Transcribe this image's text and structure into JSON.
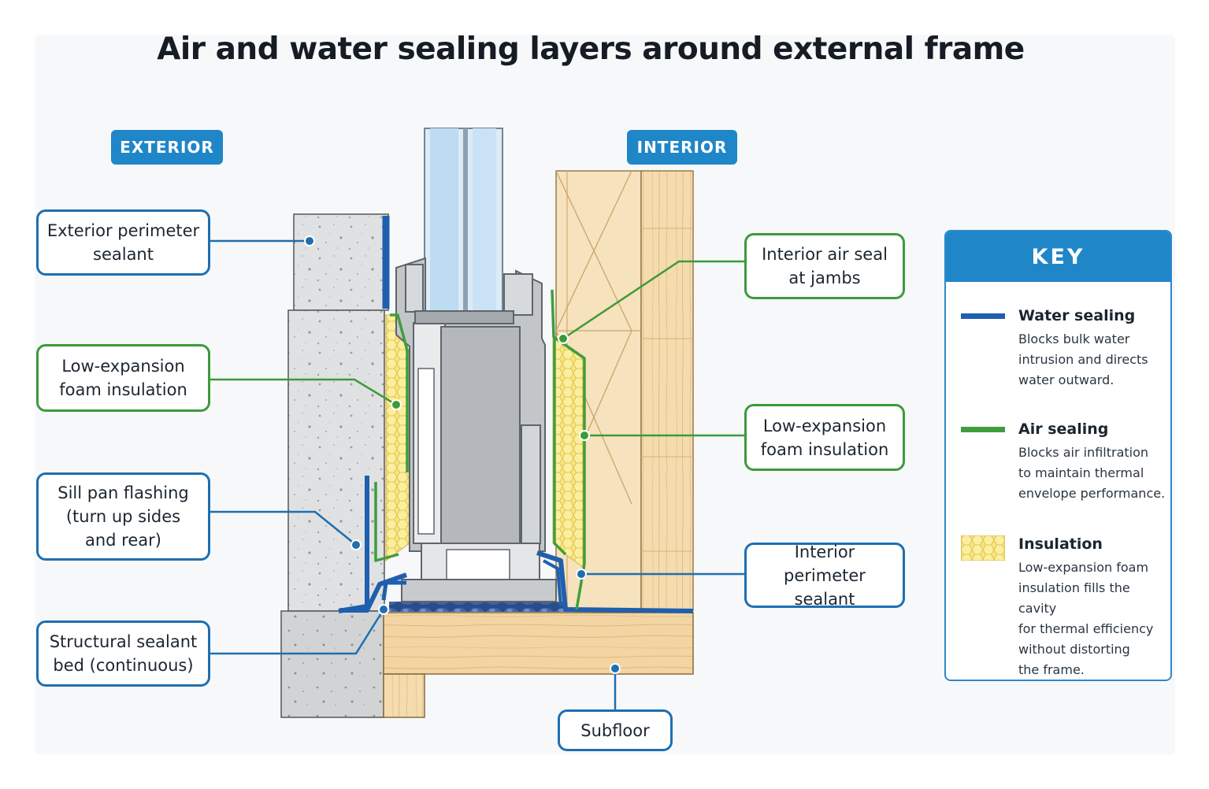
{
  "title": "Air and water sealing layers around external frame",
  "sides": {
    "exterior": "EXTERIOR",
    "interior": "INTERIOR"
  },
  "callouts": {
    "exterior_perimeter_sealant": [
      "Exterior perimeter",
      "sealant"
    ],
    "low_expansion_foam_left": [
      "Low-expansion",
      "foam insulation"
    ],
    "sill_pan_flashing": [
      "Sill pan flashing",
      "(turn up sides",
      "and rear)"
    ],
    "structural_sealant_bed": [
      "Structural sealant",
      "bed (continuous)"
    ],
    "interior_air_seal": [
      "Interior air seal",
      "at jambs"
    ],
    "low_expansion_foam_right": [
      "Low-expansion",
      "foam insulation"
    ],
    "interior_perimeter_sealant": [
      "Interior perimeter",
      "sealant"
    ],
    "subfloor": [
      "Subfloor"
    ]
  },
  "key": {
    "heading": "KEY",
    "items": [
      {
        "name": "Water sealing",
        "swatch": "line",
        "color": "#1f5fae",
        "description": [
          "Blocks bulk water",
          "intrusion and directs",
          "water outward."
        ]
      },
      {
        "name": "Air sealing",
        "swatch": "line",
        "color": "#3f9e3c",
        "description": [
          "Blocks air infiltration",
          "to maintain thermal",
          "envelope performance."
        ]
      },
      {
        "name": "Insulation",
        "swatch": "foam",
        "color": "#f6e38a",
        "description": [
          "Low-expansion foam",
          "insulation fills the cavity",
          "for thermal efficiency",
          "without distorting",
          "the frame."
        ]
      }
    ]
  },
  "colors": {
    "water": "#1f5fae",
    "air": "#3f9e3c",
    "insulation": "#f6e38a",
    "accent_blue": "#1f86c8",
    "concrete": "#dedfe0",
    "wood": "#f3d9aa",
    "frame": "#b9bdc1",
    "glass": "#d8ecf8"
  }
}
